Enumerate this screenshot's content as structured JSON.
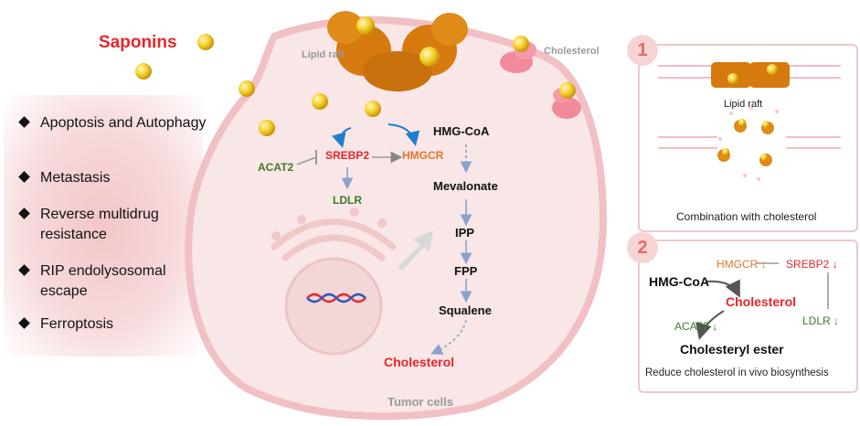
{
  "saponins_label": "Saponins",
  "effects": [
    {
      "text": "Apoptosis and Autophagy"
    },
    {
      "text": "Metastasis"
    },
    {
      "text": "Reverse multidrug resistance"
    },
    {
      "text": "RIP endolysosomal escape"
    },
    {
      "text": "Ferroptosis"
    }
  ],
  "cell": {
    "lipid_raft": "Lipid raft",
    "cholesterol_label": "Cholesterol",
    "tumor_cells": "Tumor cells",
    "acat2": "ACAT2",
    "srebp2": "SREBP2",
    "hmgcr": "HMGCR",
    "ldlr": "LDLR",
    "pathway": [
      "HMG-CoA",
      "Mevalonate",
      "IPP",
      "FPP",
      "Squalene"
    ],
    "end_product": "Cholesterol"
  },
  "panel1": {
    "number": "1",
    "lipid_raft": "Lipid raft",
    "caption": "Combination with cholesterol"
  },
  "panel2": {
    "number": "2",
    "hmgcr": "HMGCR ↓",
    "srebp2": "SREBP2 ↓",
    "hmgcoa": "HMG-CoA",
    "cholesterol": "Cholesterol",
    "acat2": "ACAT2 ↓",
    "ldlr": "LDLR ↓",
    "ester": "Cholesteryl ester",
    "caption": "Reduce cholesterol in vivo biosynthesis"
  },
  "colors": {
    "red": "#e8262b",
    "orange": "#e0782a",
    "green": "#3d7a2c",
    "blue": "#1f7fcf",
    "membrane": "#f2c6c9"
  }
}
